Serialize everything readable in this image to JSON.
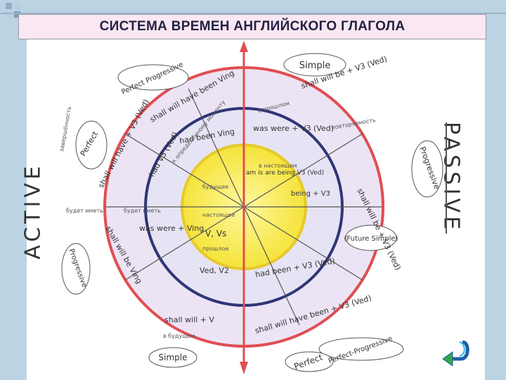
{
  "slide": {
    "title": "СИСТЕМА ВРЕМЕН АНГЛИЙСКОГО ГЛАГОЛА"
  },
  "sides": {
    "left": "ACTIVE",
    "right": "PASSIVE"
  },
  "diagram": {
    "outer_labels": [
      {
        "id": "simple-top",
        "text": "Simple"
      },
      {
        "id": "progressive-right",
        "text": "Progressive"
      },
      {
        "id": "future-simple",
        "text": "(Future Simple)"
      },
      {
        "id": "perfect-progressive",
        "text": "Perfect-Progressive"
      },
      {
        "id": "perfect-bottom",
        "text": "Perfect"
      },
      {
        "id": "simple-bottom",
        "text": "Simple"
      },
      {
        "id": "progressive-left",
        "text": "Progressive"
      },
      {
        "id": "perfect-left",
        "text": "Perfect"
      },
      {
        "id": "perfect-progressive-top",
        "text": "Perfect Progressive"
      }
    ],
    "formulas": [
      {
        "id": "shall-will-be-v3",
        "text": "shall will be + V3 (Ved)"
      },
      {
        "id": "shall-will-have-been-ving",
        "text": "shall will have been Ving"
      },
      {
        "id": "was-were-v3",
        "text": "was were + V3 (Ved)"
      },
      {
        "id": "had-been-ving",
        "text": "had been Ving"
      },
      {
        "id": "shall-will-be-being-v3",
        "text": "shall will be + V3 (Ved)"
      },
      {
        "id": "shall-will-have-v3",
        "text": "shall will have + V3 (Ved)"
      },
      {
        "id": "shall-will-be-ving",
        "text": "shall will be Ving"
      },
      {
        "id": "was-were-ving",
        "text": "was were + Ving"
      },
      {
        "id": "had-v3",
        "text": "had V3 (Ved)"
      },
      {
        "id": "ved-v2",
        "text": "Ved, V2"
      },
      {
        "id": "had-been-v3",
        "text": "had been + V3 (Ved)"
      },
      {
        "id": "shall-will-v",
        "text": "shall will + V"
      },
      {
        "id": "shall-will-have-been-v3",
        "text": "shall will have been + V3 (Ved)"
      },
      {
        "id": "being-v3",
        "text": "being + V3"
      },
      {
        "id": "am-is-are-being-v3",
        "text": "am is are being V3 (Ved)"
      },
      {
        "id": "v-vs",
        "text": "V, Vs"
      }
    ],
    "notes": [
      "завершённость",
      "будет иметь",
      "будет иметь",
      "в будущем",
      "в прошлом",
      "в настоящем",
      "к определенному моменту",
      "повторяемость",
      "настоящее",
      "прошлое",
      "будущее"
    ]
  }
}
